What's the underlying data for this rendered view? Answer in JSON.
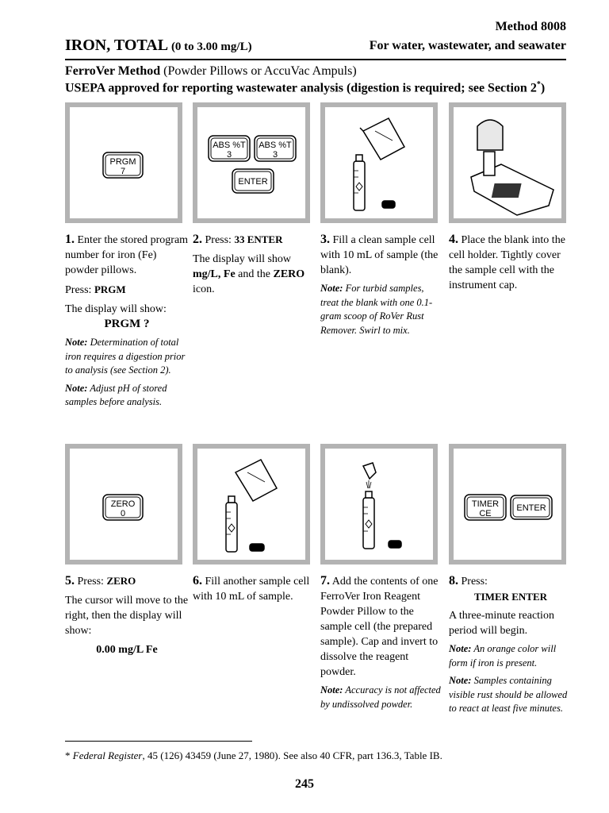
{
  "header": {
    "method": "Method 8008",
    "title": "IRON, TOTAL",
    "range": "(0 to 3.00 mg/L)",
    "scope": "For water, wastewater, and seawater"
  },
  "subtitle": {
    "method_name": "FerroVer Method",
    "method_paren": "(Powder Pillows or AccuVac Ampuls)",
    "usepa": "USEPA approved for reporting wastewater analysis (digestion is required; see Section 2",
    "usepa_sup": "*",
    "usepa_close": ")"
  },
  "keys": {
    "prgm": "PRGM",
    "prgm_sub": "7",
    "abs": "ABS %T",
    "abs_sub": "3",
    "enter": "ENTER",
    "zero": "ZERO",
    "zero_sub": "0",
    "timer": "TIMER",
    "timer_sub": "CE"
  },
  "steps": [
    {
      "num": "1.",
      "text": "Enter the stored program number for iron (Fe) powder pillows.",
      "press_label": "Press: ",
      "press_key": "PRGM",
      "display_text": "The display will show:",
      "display_value": "PRGM  ?",
      "note1_label": "Note:",
      "note1": " Determination of total iron requires a digestion prior to analysis (see Section 2).",
      "note2_label": "Note:",
      "note2": "  Adjust pH of stored samples before analysis."
    },
    {
      "num": "2.",
      "press_label": "Press: ",
      "press_key": "33 ENTER",
      "text_a": "The display will show ",
      "bold_a": "mg/L, Fe",
      "text_b": " and the ",
      "bold_b": "ZERO",
      "text_c": " icon."
    },
    {
      "num": "3.",
      "text": "Fill a clean sample cell with 10 mL of sample (the blank).",
      "note1_label": "Note:",
      "note1": " For turbid samples, treat the blank with one 0.1-gram scoop of RoVer Rust Remover. Swirl to mix."
    },
    {
      "num": "4.",
      "text": "Place the blank into the cell holder. Tightly cover the sample cell with the instrument cap."
    },
    {
      "num": "5.",
      "press_label": "Press: ",
      "press_key": "ZERO",
      "text": "The cursor will move to the right, then the display will show:",
      "display_value": "0.00 mg/L Fe"
    },
    {
      "num": "6.",
      "text": "Fill another sample cell with 10 mL of sample."
    },
    {
      "num": "7.",
      "text": "Add the contents of one FerroVer Iron Reagent Powder Pillow to the sample cell (the prepared sample). Cap and invert to dissolve the reagent powder.",
      "note1_label": "Note:",
      "note1": " Accuracy is not affected by undissolved powder."
    },
    {
      "num": "8.",
      "press_label": "Press:",
      "press_key": "TIMER ENTER",
      "text": "A three-minute reaction period will begin.",
      "note1_label": "Note:",
      "note1": " An orange color will form if iron is present.",
      "note2_label": "Note:",
      "note2": " Samples containing visible rust should be allowed to react at least five minutes."
    }
  ],
  "footnote": {
    "mark": "* ",
    "source": "Federal Register",
    "text": ", 45 (126) 43459 (June 27, 1980). See also 40 CFR, part 136.3, Table IB."
  },
  "page_number": "245"
}
